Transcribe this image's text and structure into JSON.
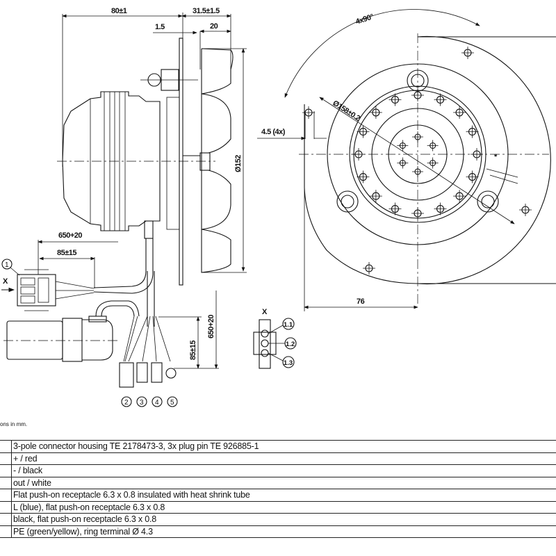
{
  "drawing": {
    "side_view": {
      "dim_length": "80±1",
      "dim_fan_depth": "31.5±1.5",
      "dim_plate": "1.5",
      "dim_blade": "20",
      "dim_diameter": "Ø152",
      "dim_cable_length": "650+20",
      "dim_strip_length": "85±15",
      "dim_cable_length_2": "650+20",
      "dim_strip_length_2": "85±15",
      "connector_marker": "X",
      "callouts": [
        "1",
        "2",
        "3",
        "4",
        "5"
      ]
    },
    "front_view": {
      "dim_angle": "4x90°",
      "dim_bolt_circle": "Ø158±0.2",
      "dim_hole": "4.5 (4x)",
      "dim_offset": "76",
      "asterisk": "*"
    },
    "connector_detail": {
      "title": "X",
      "pins": [
        "1.1",
        "1.2",
        "1.3"
      ]
    }
  },
  "caption": "ons in mm.",
  "legend_table": [
    "3-pole connector housing TE 2178473-3, 3x plug pin TE 926885-1",
    "+ / red",
    "- / black",
    "out / white",
    "Flat push-on receptacle 6.3 x 0.8 insulated with heat shrink tube",
    "L (blue), flat push-on receptacle 6.3 x 0.8",
    "black, flat push-on receptacle 6.3 x 0.8",
    "PE (green/yellow), ring terminal Ø 4.3"
  ]
}
